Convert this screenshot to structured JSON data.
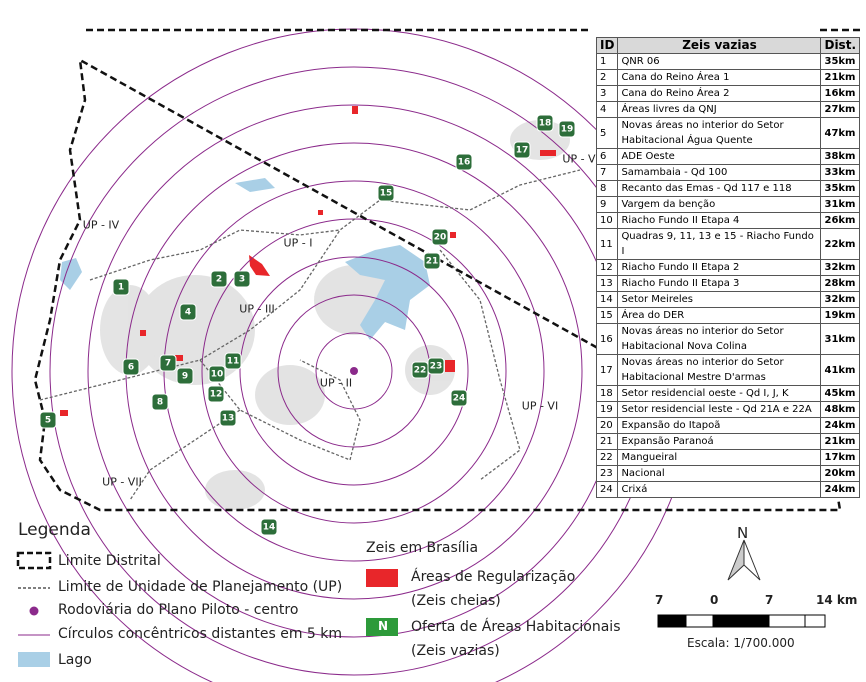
{
  "table": {
    "headers": [
      "ID",
      "Zeis vazias",
      "Dist."
    ],
    "rows": [
      [
        "1",
        "QNR 06",
        "35km"
      ],
      [
        "2",
        "Cana do Reino  Área 1",
        "21km"
      ],
      [
        "3",
        "Cana do Reino  Área 2",
        "16km"
      ],
      [
        "4",
        "Áreas livres da QNJ",
        "27km"
      ],
      [
        "5",
        "Novas áreas no interior do Setor Habitacional Água Quente",
        "47km"
      ],
      [
        "6",
        "ADE Oeste",
        "38km"
      ],
      [
        "7",
        "Samambaia - Qd 100",
        "33km"
      ],
      [
        "8",
        "Recanto das Emas - Qd 117 e 118",
        "35km"
      ],
      [
        "9",
        "Vargem da benção",
        "31km"
      ],
      [
        "10",
        "Riacho Fundo II Etapa 4",
        "26km"
      ],
      [
        "11",
        "Quadras 9, 11, 13 e 15 - Riacho Fundo I",
        "22km"
      ],
      [
        "12",
        "Riacho Fundo II Etapa 2",
        "32km"
      ],
      [
        "13",
        "Riacho Fundo II Etapa 3",
        "28km"
      ],
      [
        "14",
        "Setor Meireles",
        "32km"
      ],
      [
        "15",
        "Área do DER",
        "19km"
      ],
      [
        "16",
        "Novas áreas no interior do Setor Habitacional Nova Colina",
        "31km"
      ],
      [
        "17",
        "Novas áreas no interior do Setor Habitacional Mestre D'armas",
        "41km"
      ],
      [
        "18",
        "Setor residencial oeste - Qd I, J, K",
        "45km"
      ],
      [
        "19",
        "Setor residencial leste - Qd 21A e 22A",
        "48km"
      ],
      [
        "20",
        "Expansão do Itapoã",
        "24km"
      ],
      [
        "21",
        "Expansão Paranoá",
        "21km"
      ],
      [
        "22",
        "Mangueiral",
        "17km"
      ],
      [
        "23",
        "Nacional",
        "20km"
      ],
      [
        "24",
        "Crixá",
        "24km"
      ]
    ]
  },
  "regions": [
    "UP - I",
    "UP - II",
    "UP - III",
    "UP - IV",
    "UP - V",
    "UP - VI",
    "UP - VII"
  ],
  "markers": [
    "1",
    "2",
    "3",
    "4",
    "5",
    "6",
    "7",
    "8",
    "9",
    "10",
    "11",
    "12",
    "13",
    "14",
    "15",
    "16",
    "17",
    "18",
    "19",
    "20",
    "21",
    "22",
    "23",
    "24"
  ],
  "legend": {
    "title": "Legenda",
    "items": [
      "Limite Distrital",
      "Limite de Unidade de Planejamento (UP)",
      "Rodoviária do Plano Piloto - centro",
      "Círculos concêntricos distantes em 5 km",
      "Lago"
    ],
    "zeis_title": "Zeis em Brasília",
    "zeis_red": "Áreas de Regularização",
    "zeis_red_sub": "(Zeis cheias)",
    "zeis_green_symbol": "N",
    "zeis_green": "Oferta de Áreas Habitacionais",
    "zeis_green_sub": "(Zeis vazias)"
  },
  "north": "N",
  "scale": {
    "ticks": [
      "7",
      "0",
      "7",
      "14 km"
    ],
    "label": "Escala: 1/700.000"
  },
  "colors": {
    "circle": "#8b2a8b",
    "lake": "#a9cfe6",
    "red": "#e8262a",
    "green": "#2d6e3a",
    "up_line": "#666666"
  }
}
